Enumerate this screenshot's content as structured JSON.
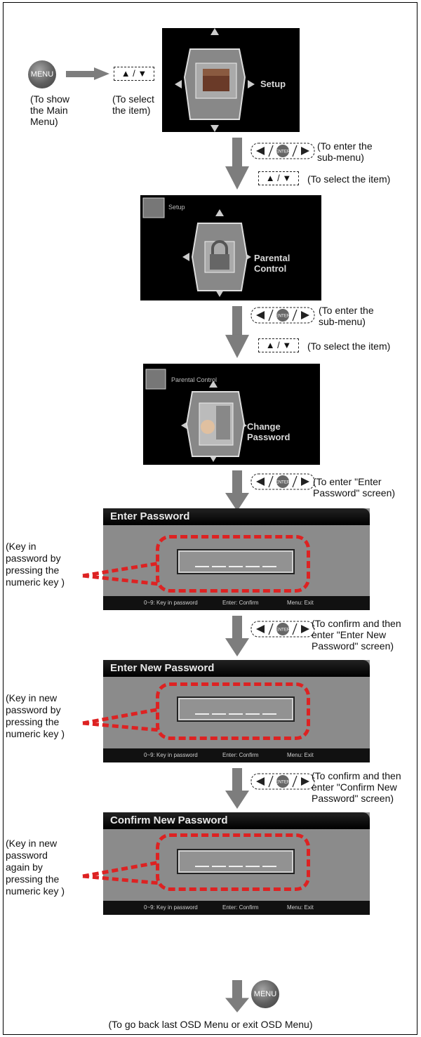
{
  "buttons": {
    "menu": "MENU",
    "enter": "ENTER"
  },
  "arrow_keys": "▲ / ▼",
  "step1": {
    "menu_caption": "(To show\nthe Main\nMenu)",
    "select_caption": "(To select\nthe item)",
    "screen_label": "Setup"
  },
  "step2": {
    "enter_caption": "(To enter the\nsub-menu)",
    "select_caption": "(To select the item)",
    "screen_corner": "Setup",
    "screen_label": "Parental Control"
  },
  "step3": {
    "enter_caption": "(To enter the\nsub-menu)",
    "select_caption": "(To select the item)",
    "screen_corner": "Parental Control",
    "screen_label": "Change Password"
  },
  "step4": {
    "enter_caption": "(To enter \"Enter\nPassword\" screen)"
  },
  "screens": [
    {
      "title": "Enter Password",
      "side_caption": "(Key in\npassword by\npressing the\nnumeric key )",
      "hint1": "0~9: Key in password",
      "hint2": "Enter: Confirm",
      "hint3": "Menu: Exit"
    },
    {
      "title": "Enter New Password",
      "side_caption": "(Key in new\npassword by\npressing the\nnumeric key )",
      "hint1": "0~9: Key in password",
      "hint2": "Enter: Confirm",
      "hint3": "Menu: Exit"
    },
    {
      "title": "Confirm New Password",
      "side_caption": "(Key in new\npassword\nagain by\npressing the\nnumeric key )",
      "hint1": "0~9: Key in password",
      "hint2": "Enter: Confirm",
      "hint3": "Menu: Exit"
    }
  ],
  "confirm1_caption": "(To confirm and then\nenter \"Enter New\nPassword\" screen)",
  "confirm2_caption": "(To confirm and then\nenter \"Confirm New\nPassword\" screen)",
  "final_caption": "(To go back last OSD Menu or exit OSD Menu)",
  "colors": {
    "arrow": "#7d7d7d",
    "dashed_highlight": "#dd2222",
    "screen_bg": "#000000",
    "dialog_bg": "#8b8b8b"
  }
}
